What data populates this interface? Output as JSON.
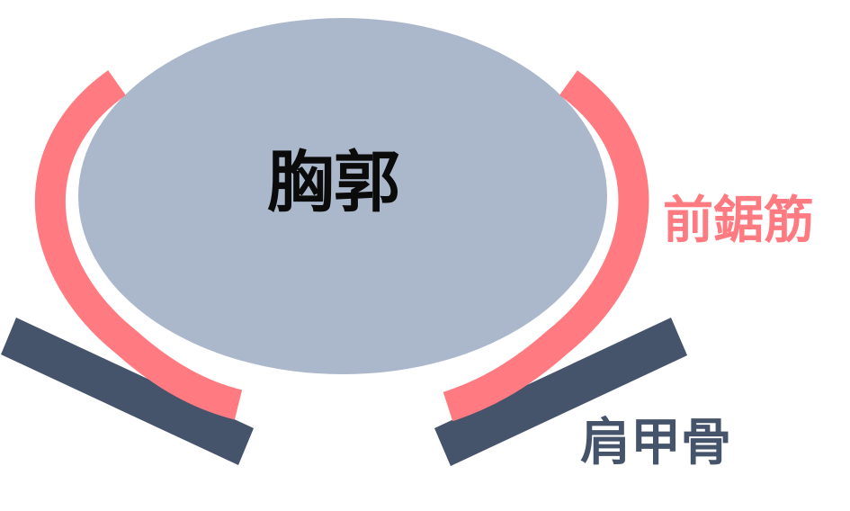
{
  "labels": {
    "thorax": "胸郭",
    "serratus_anterior": "前鋸筋",
    "scapula": "肩甲骨"
  },
  "colors": {
    "thorax_fill": "#abb8cb",
    "muscle": "#ff7b81",
    "scapula": "#45546b",
    "thorax_text": "#0b0b0b",
    "background": "#ffffff"
  }
}
